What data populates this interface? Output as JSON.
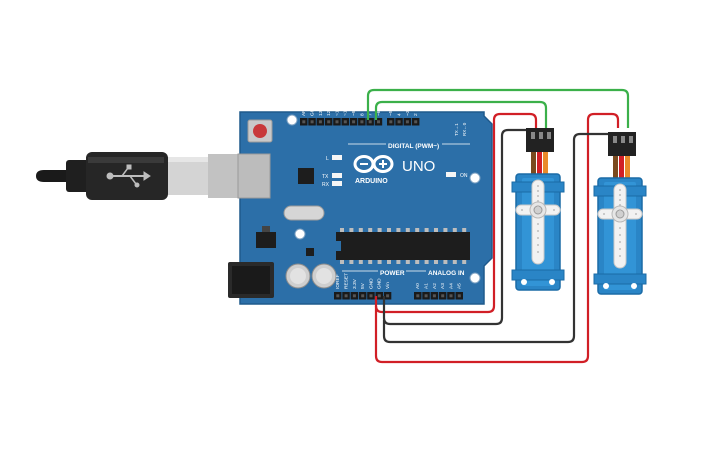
{
  "board": {
    "brand": "ARDUINO",
    "model": "UNO",
    "digital_header": "DIGITAL (PWM~)",
    "power_header": "POWER",
    "analog_header": "ANALOG IN",
    "on_label": "ON",
    "led_l": "L",
    "led_tx": "TX",
    "led_rx": "RX",
    "tx_pin": "TX→1",
    "rx_pin": "RX←0",
    "digital_pins": [
      "AREF",
      "GND",
      "13",
      "12",
      "~11",
      "~10",
      "~9",
      "8",
      "7",
      "~6",
      "~5",
      "4",
      "~3",
      "2"
    ],
    "power_pins": [
      "IOREF",
      "RESET",
      "3.3V",
      "5V",
      "GND",
      "GND",
      "Vin"
    ],
    "analog_pins": [
      "A0",
      "A1",
      "A2",
      "A3",
      "A4",
      "A5"
    ]
  },
  "colors": {
    "board": "#2c6fa8",
    "servo": "#2a85c6",
    "wire_red": "#d11f26",
    "wire_black": "#333333",
    "wire_green": "#3bb04a",
    "wire_orange": "#e98a2a"
  },
  "components": {
    "usb_cable": "usb-cable",
    "servo_1": "servo-motor",
    "servo_2": "servo-motor"
  }
}
